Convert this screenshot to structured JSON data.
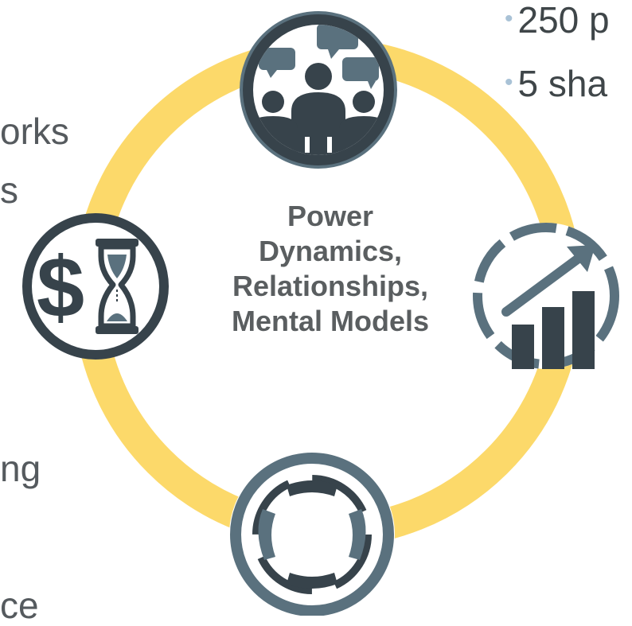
{
  "left_fragments": [
    "orks",
    "s",
    "ng",
    "ce"
  ],
  "right_bullets": [
    "250 p",
    "5 sha"
  ],
  "center_title": [
    "Power",
    "Dynamics,",
    "Relationships,",
    "Mental Models"
  ],
  "icons": {
    "top": "people-discussion-icon",
    "left": "money-time-icon",
    "right": "growth-chart-icon",
    "bottom": "collaboration-hands-icon"
  },
  "colors": {
    "ring": "#fcd96a",
    "icon_dark": "#37434b",
    "icon_mid": "#5a717e",
    "text": "#5a5e60",
    "bullet_dot": "#a9c2d6"
  }
}
